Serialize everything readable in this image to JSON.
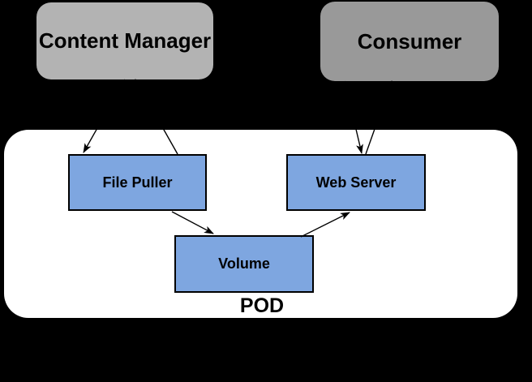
{
  "diagram": {
    "title": "POD",
    "container": {
      "label": "POD"
    },
    "nodes": {
      "content_manager": {
        "label": "Content Manager",
        "fill": "#b3b3b3",
        "shape": "rounded-rect"
      },
      "consumer": {
        "label": "Consumer",
        "fill": "#999999",
        "shape": "rounded-rect"
      },
      "file_puller": {
        "label": "File Puller",
        "fill": "#7ea6e0",
        "shape": "rect"
      },
      "web_server": {
        "label": "Web Server",
        "fill": "#7ea6e0",
        "shape": "rect"
      },
      "volume": {
        "label": "Volume",
        "fill": "#7ea6e0",
        "shape": "rect"
      }
    },
    "edges": [
      {
        "from": "content-manager",
        "to": "file-puller",
        "points": [
          [
            154,
            98
          ],
          [
            103,
            188
          ]
        ]
      },
      {
        "from": "file-puller",
        "to": "content-manager",
        "points": [
          [
            219,
            190
          ],
          [
            167,
            98
          ]
        ]
      },
      {
        "from": "consumer",
        "to": "web-server",
        "points": [
          [
            425,
            100
          ],
          [
            446,
            189
          ]
        ]
      },
      {
        "from": "web-server",
        "to": "consumer",
        "points": [
          [
            451,
            190
          ],
          [
            483,
            100
          ]
        ]
      },
      {
        "from": "file-puller",
        "to": "volume",
        "points": [
          [
            212,
            261
          ],
          [
            263,
            288
          ]
        ]
      },
      {
        "from": "volume",
        "to": "web-server",
        "points": [
          [
            371,
            292
          ],
          [
            431,
            262
          ]
        ]
      }
    ],
    "colors": {
      "background": "#000000",
      "pod_fill": "#ffffff",
      "node_border": "#000000",
      "edge": "#000000",
      "text": "#000000"
    }
  }
}
